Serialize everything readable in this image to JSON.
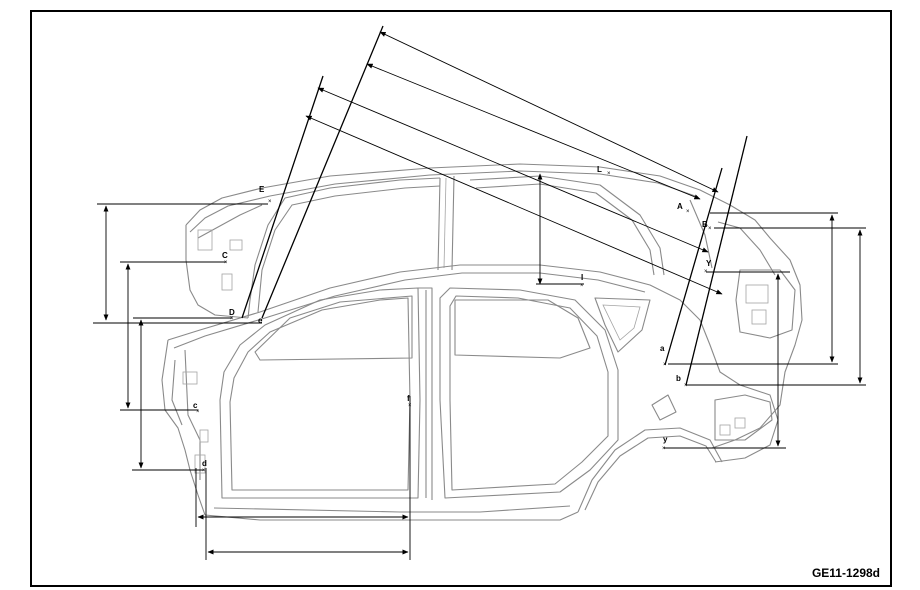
{
  "diagram": {
    "id_label": "GE11-1298d",
    "points": {
      "upper": [
        "E",
        "C",
        "D",
        "L",
        "A",
        "B",
        "Y",
        "a",
        "b"
      ],
      "lower": [
        "e",
        "c",
        "d",
        "f",
        "I",
        "y"
      ]
    }
  }
}
